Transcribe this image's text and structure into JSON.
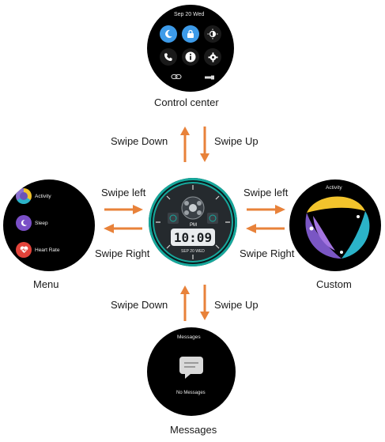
{
  "screens": {
    "control_center": {
      "title": "Control center",
      "date": "Sep 20 Wed",
      "icons": [
        "moon-icon",
        "lock-icon",
        "brightness-icon",
        "phone-icon",
        "info-icon",
        "gear-icon",
        "link-icon",
        "flashlight-icon"
      ],
      "colors": {
        "accent": "#3d9be9",
        "bg": "#000000"
      }
    },
    "watch_face": {
      "time": "10:09",
      "ampm": "PM",
      "date": "SEP 20 WED",
      "colors": {
        "ring": "#16a89c",
        "face": "#2b2f33"
      }
    },
    "menu": {
      "title": "Menu",
      "items": [
        {
          "label": "Activity",
          "icon": "activity-icon",
          "color": "#8b6fd1"
        },
        {
          "label": "Sleep",
          "icon": "sleep-icon",
          "color": "#7a4fc7"
        },
        {
          "label": "Heart Rate",
          "icon": "heart-rate-icon",
          "color": "#e2433a"
        }
      ]
    },
    "custom": {
      "title": "Custom",
      "header": "Activity",
      "colors": [
        "#f2c32c",
        "#2bb3c9",
        "#7a56c4"
      ]
    },
    "messages": {
      "title": "Messages",
      "header": "Messages",
      "empty_text": "No Messages"
    }
  },
  "gestures": {
    "top_down": "Swipe Down",
    "top_up": "Swipe Up",
    "left_left": "Swipe left",
    "left_right": "Swipe Right",
    "right_left": "Swipe left",
    "right_right": "Swipe Right",
    "bottom_down": "Swipe Down",
    "bottom_up": "Swipe Up"
  },
  "arrow_color": "#e8823a"
}
